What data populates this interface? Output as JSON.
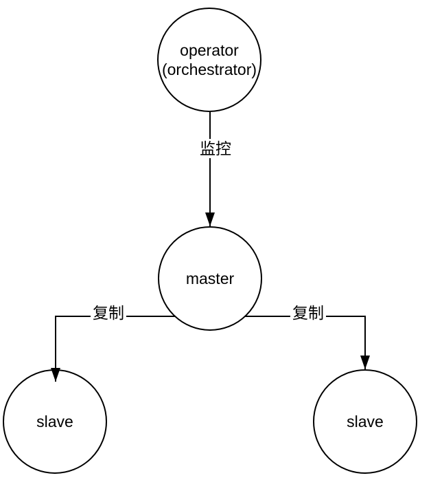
{
  "diagram": {
    "background": "#ffffff",
    "stroke_color": "#000000",
    "text_color": "#000000",
    "node_fill": "#ffffff",
    "nodes": {
      "operator": {
        "line1": "operator",
        "line2": "(orchestrator)"
      },
      "master": {
        "label": "master"
      },
      "slave_left": {
        "label": "slave"
      },
      "slave_right": {
        "label": "slave"
      }
    },
    "edges": {
      "monitor": {
        "label": "监控"
      },
      "replicate_left": {
        "label": "复制"
      },
      "replicate_right": {
        "label": "复制"
      }
    }
  }
}
